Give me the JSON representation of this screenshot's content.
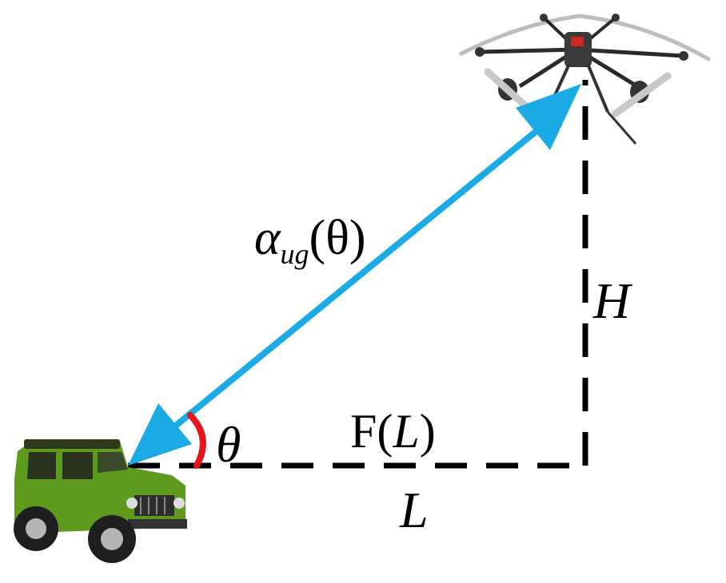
{
  "labels": {
    "link_symbol": "α",
    "link_subscript": "ug",
    "link_argument": "(θ)",
    "height": "H",
    "angle": "θ",
    "function_prefix": "F(",
    "function_arg": "L",
    "function_suffix": ")",
    "distance": "L"
  },
  "icons": {
    "drone": "drone-icon",
    "vehicle": "green-suv-icon"
  },
  "colors": {
    "link_arrow": "#1aaae6",
    "angle_arc": "#e8141b",
    "dashed_lines": "#000000",
    "vehicle_body": "#5e9a1e",
    "drone_frame": "#2a2a2a"
  }
}
